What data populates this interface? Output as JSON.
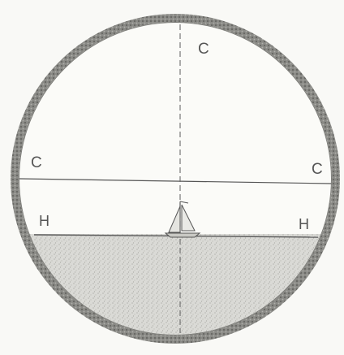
{
  "labels": {
    "vertical_top": "C",
    "crossline_left": "C",
    "crossline_right": "C",
    "horizon_left": "H",
    "horizon_right": "H"
  },
  "colors": {
    "paper": "#f9f9f6",
    "ink": "#4a4a4a",
    "rim": "#6b6b6b",
    "sea": "#dcdcd8",
    "sea_dark": "#b9b9b4"
  }
}
